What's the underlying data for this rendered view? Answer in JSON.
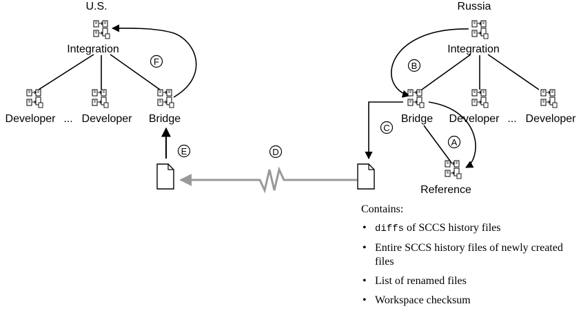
{
  "regions": {
    "us": "U.S.",
    "russia": "Russia"
  },
  "nodes": {
    "us_integration": "Integration",
    "us_developer_1": "Developer",
    "us_ellipsis": "...",
    "us_developer_2": "Developer",
    "us_bridge": "Bridge",
    "ru_integration": "Integration",
    "ru_bridge": "Bridge",
    "ru_developer_1": "Developer",
    "ru_ellipsis": "...",
    "ru_developer_2": "Developer",
    "ru_reference": "Reference"
  },
  "steps": {
    "a": "A",
    "b": "B",
    "c": "C",
    "d": "D",
    "e": "E",
    "f": "F"
  },
  "notes": {
    "heading": "Contains:",
    "item1_code": "diffs",
    "item1_text": " of SCCS history files",
    "item2": "Entire SCCS history files of newly created files",
    "item3": "List of renamed files",
    "item4": "Workspace checksum"
  },
  "colors": {
    "line": "#000000",
    "transfer_arrow": "#999999"
  }
}
